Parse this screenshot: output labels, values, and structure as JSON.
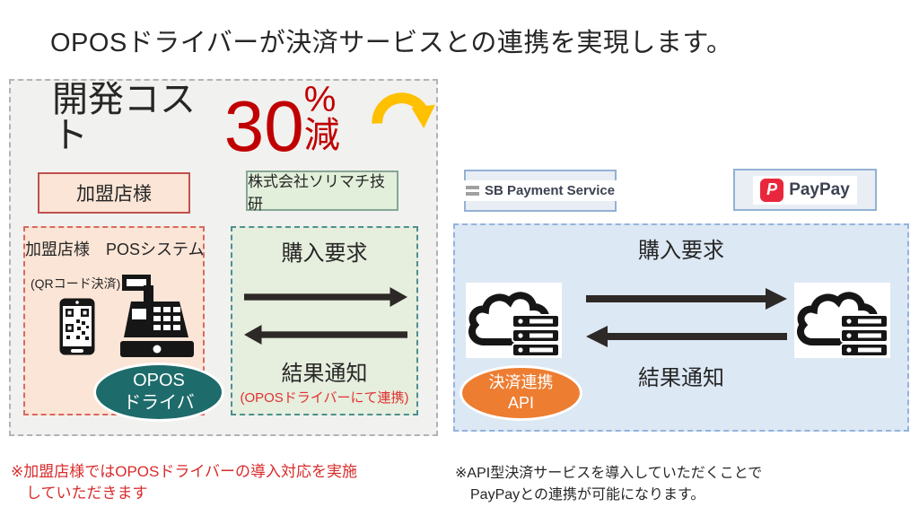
{
  "slide": {
    "title": "OPOSドライバーが決済サービスとの連携を実現します。"
  },
  "left_panel": {
    "headline": {
      "prefix": "開発コスト",
      "number": "30",
      "suffix": "%減"
    },
    "merchant_box": "加盟店様",
    "vendor_box": "株式会社ソリマチ技研",
    "pos_box": {
      "title": "加盟店様　POSシステム",
      "qr_label": "(QRコード決済)",
      "opos_ellipse_line1": "OPOS",
      "opos_ellipse_line2": "ドライバ"
    },
    "flow": {
      "request": "購入要求",
      "response": "結果通知",
      "note": "(OPOSドライバーにて連携)"
    },
    "footnote": {
      "line1": "※加盟店様ではOPOSドライバーの導入対応を実施",
      "line2": "していただきます"
    }
  },
  "right_panel": {
    "sb_logo_text": "SB Payment Service",
    "paypay_mark": "P",
    "paypay_logo_text": "PayPay",
    "flow": {
      "request": "購入要求",
      "response": "結果通知",
      "api_ellipse_line1": "決済連携",
      "api_ellipse_line2": "API"
    },
    "footnote": {
      "line1": "※API型決済サービスを導入していただくことで",
      "line2": "PayPayとの連携が可能になります。"
    }
  },
  "colors": {
    "cost_number_red": "#c00000",
    "highlight_arrow_yellow": "#ffc000",
    "merchant_peach": "#fbe5d6",
    "merchant_border_red": "#c0504d",
    "vendor_green": "#e2efda",
    "opos_ellipse_teal": "#1e6b6b",
    "api_ellipse_orange": "#ed7d31",
    "note_red": "#e03131",
    "footnote_red": "#d92b2b",
    "right_panel_blue": "#dce8f4",
    "paypay_red": "#e8273c"
  }
}
